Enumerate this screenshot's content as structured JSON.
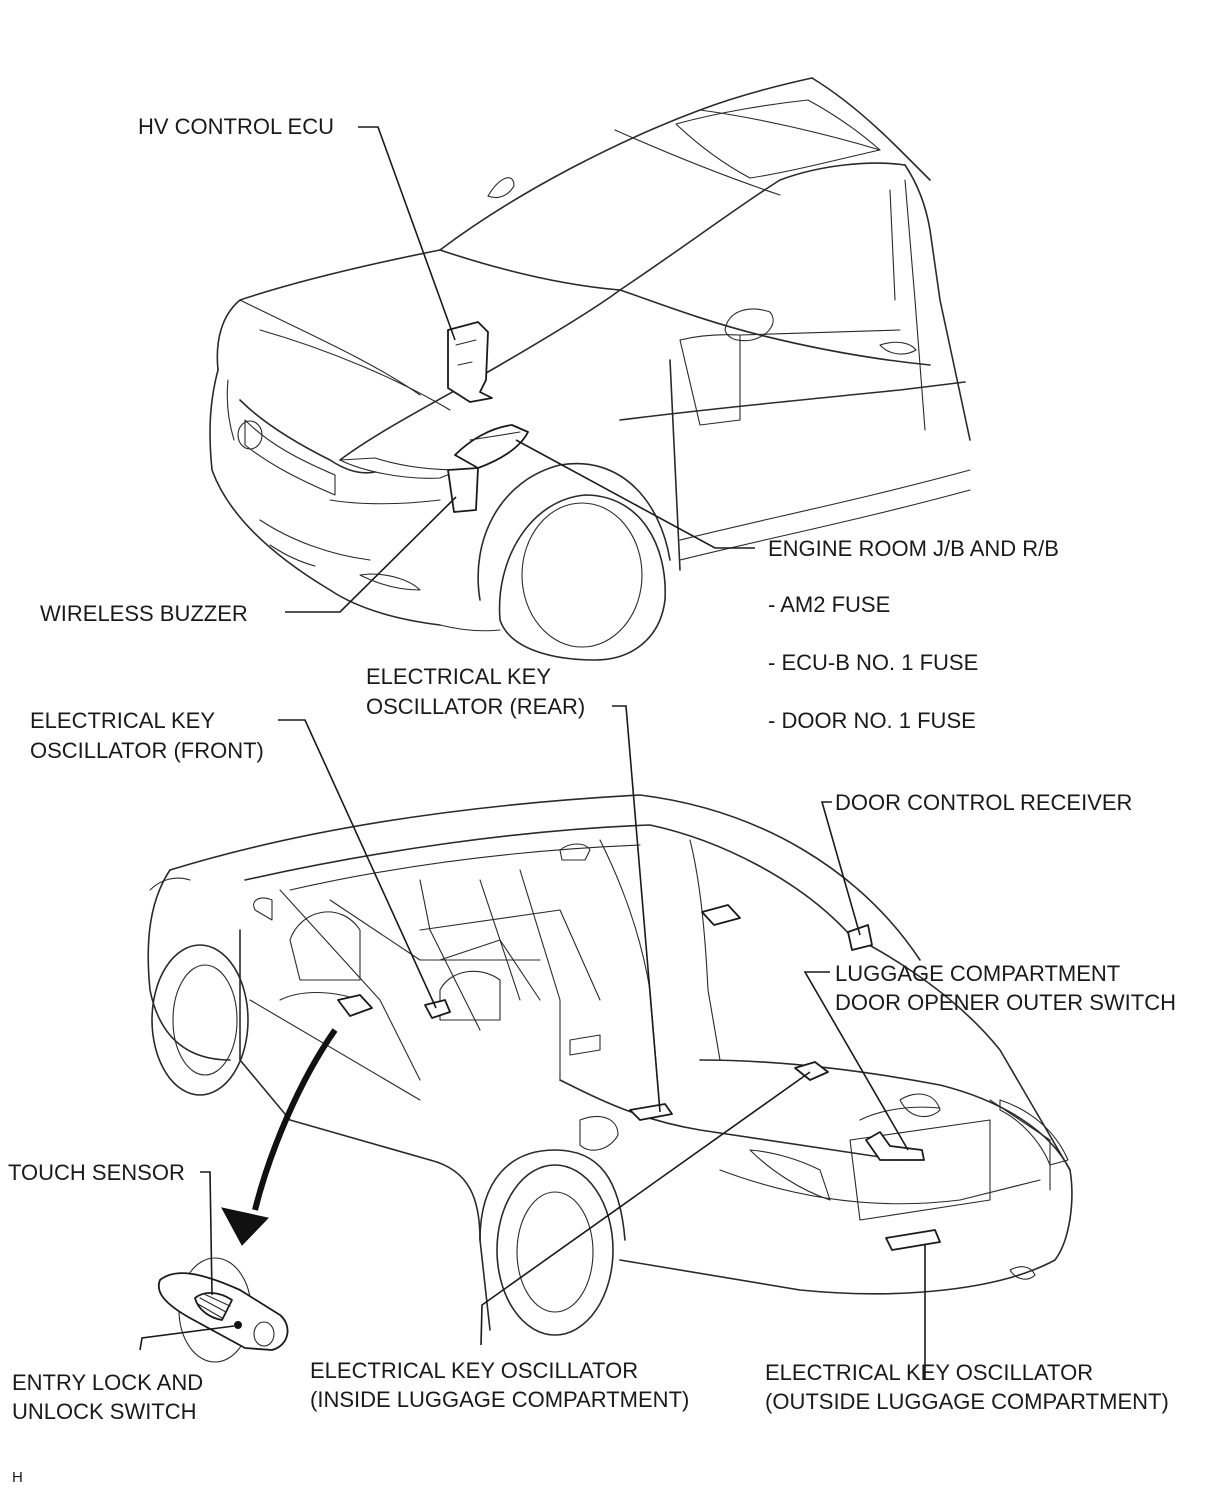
{
  "labels": {
    "hv_control_ecu": "HV CONTROL ECU",
    "engine_room_jb_rb": "ENGINE ROOM J/B AND R/B",
    "am2_fuse": "- AM2 FUSE",
    "ecu_b_no1_fuse": "- ECU-B NO. 1 FUSE",
    "door_no1_fuse": "- DOOR NO. 1 FUSE",
    "wireless_buzzer": "WIRELESS BUZZER",
    "key_osc_rear_line1": "ELECTRICAL KEY",
    "key_osc_rear_line2": "OSCILLATOR (REAR)",
    "key_osc_front_line1": "ELECTRICAL KEY",
    "key_osc_front_line2": "OSCILLATOR (FRONT)",
    "door_control_receiver": "DOOR CONTROL RECEIVER",
    "luggage_switch_line1": "LUGGAGE COMPARTMENT",
    "luggage_switch_line2": "DOOR OPENER OUTER SWITCH",
    "touch_sensor": "TOUCH SENSOR",
    "entry_lock_line1": "ENTRY LOCK AND",
    "entry_lock_line2": "UNLOCK SWITCH",
    "key_osc_inside_line1": "ELECTRICAL KEY OSCILLATOR",
    "key_osc_inside_line2": "(INSIDE LUGGAGE COMPARTMENT)",
    "key_osc_outside_line1": "ELECTRICAL KEY OSCILLATOR",
    "key_osc_outside_line2": "(OUTSIDE LUGGAGE COMPARTMENT)",
    "corner_mark": "H"
  }
}
